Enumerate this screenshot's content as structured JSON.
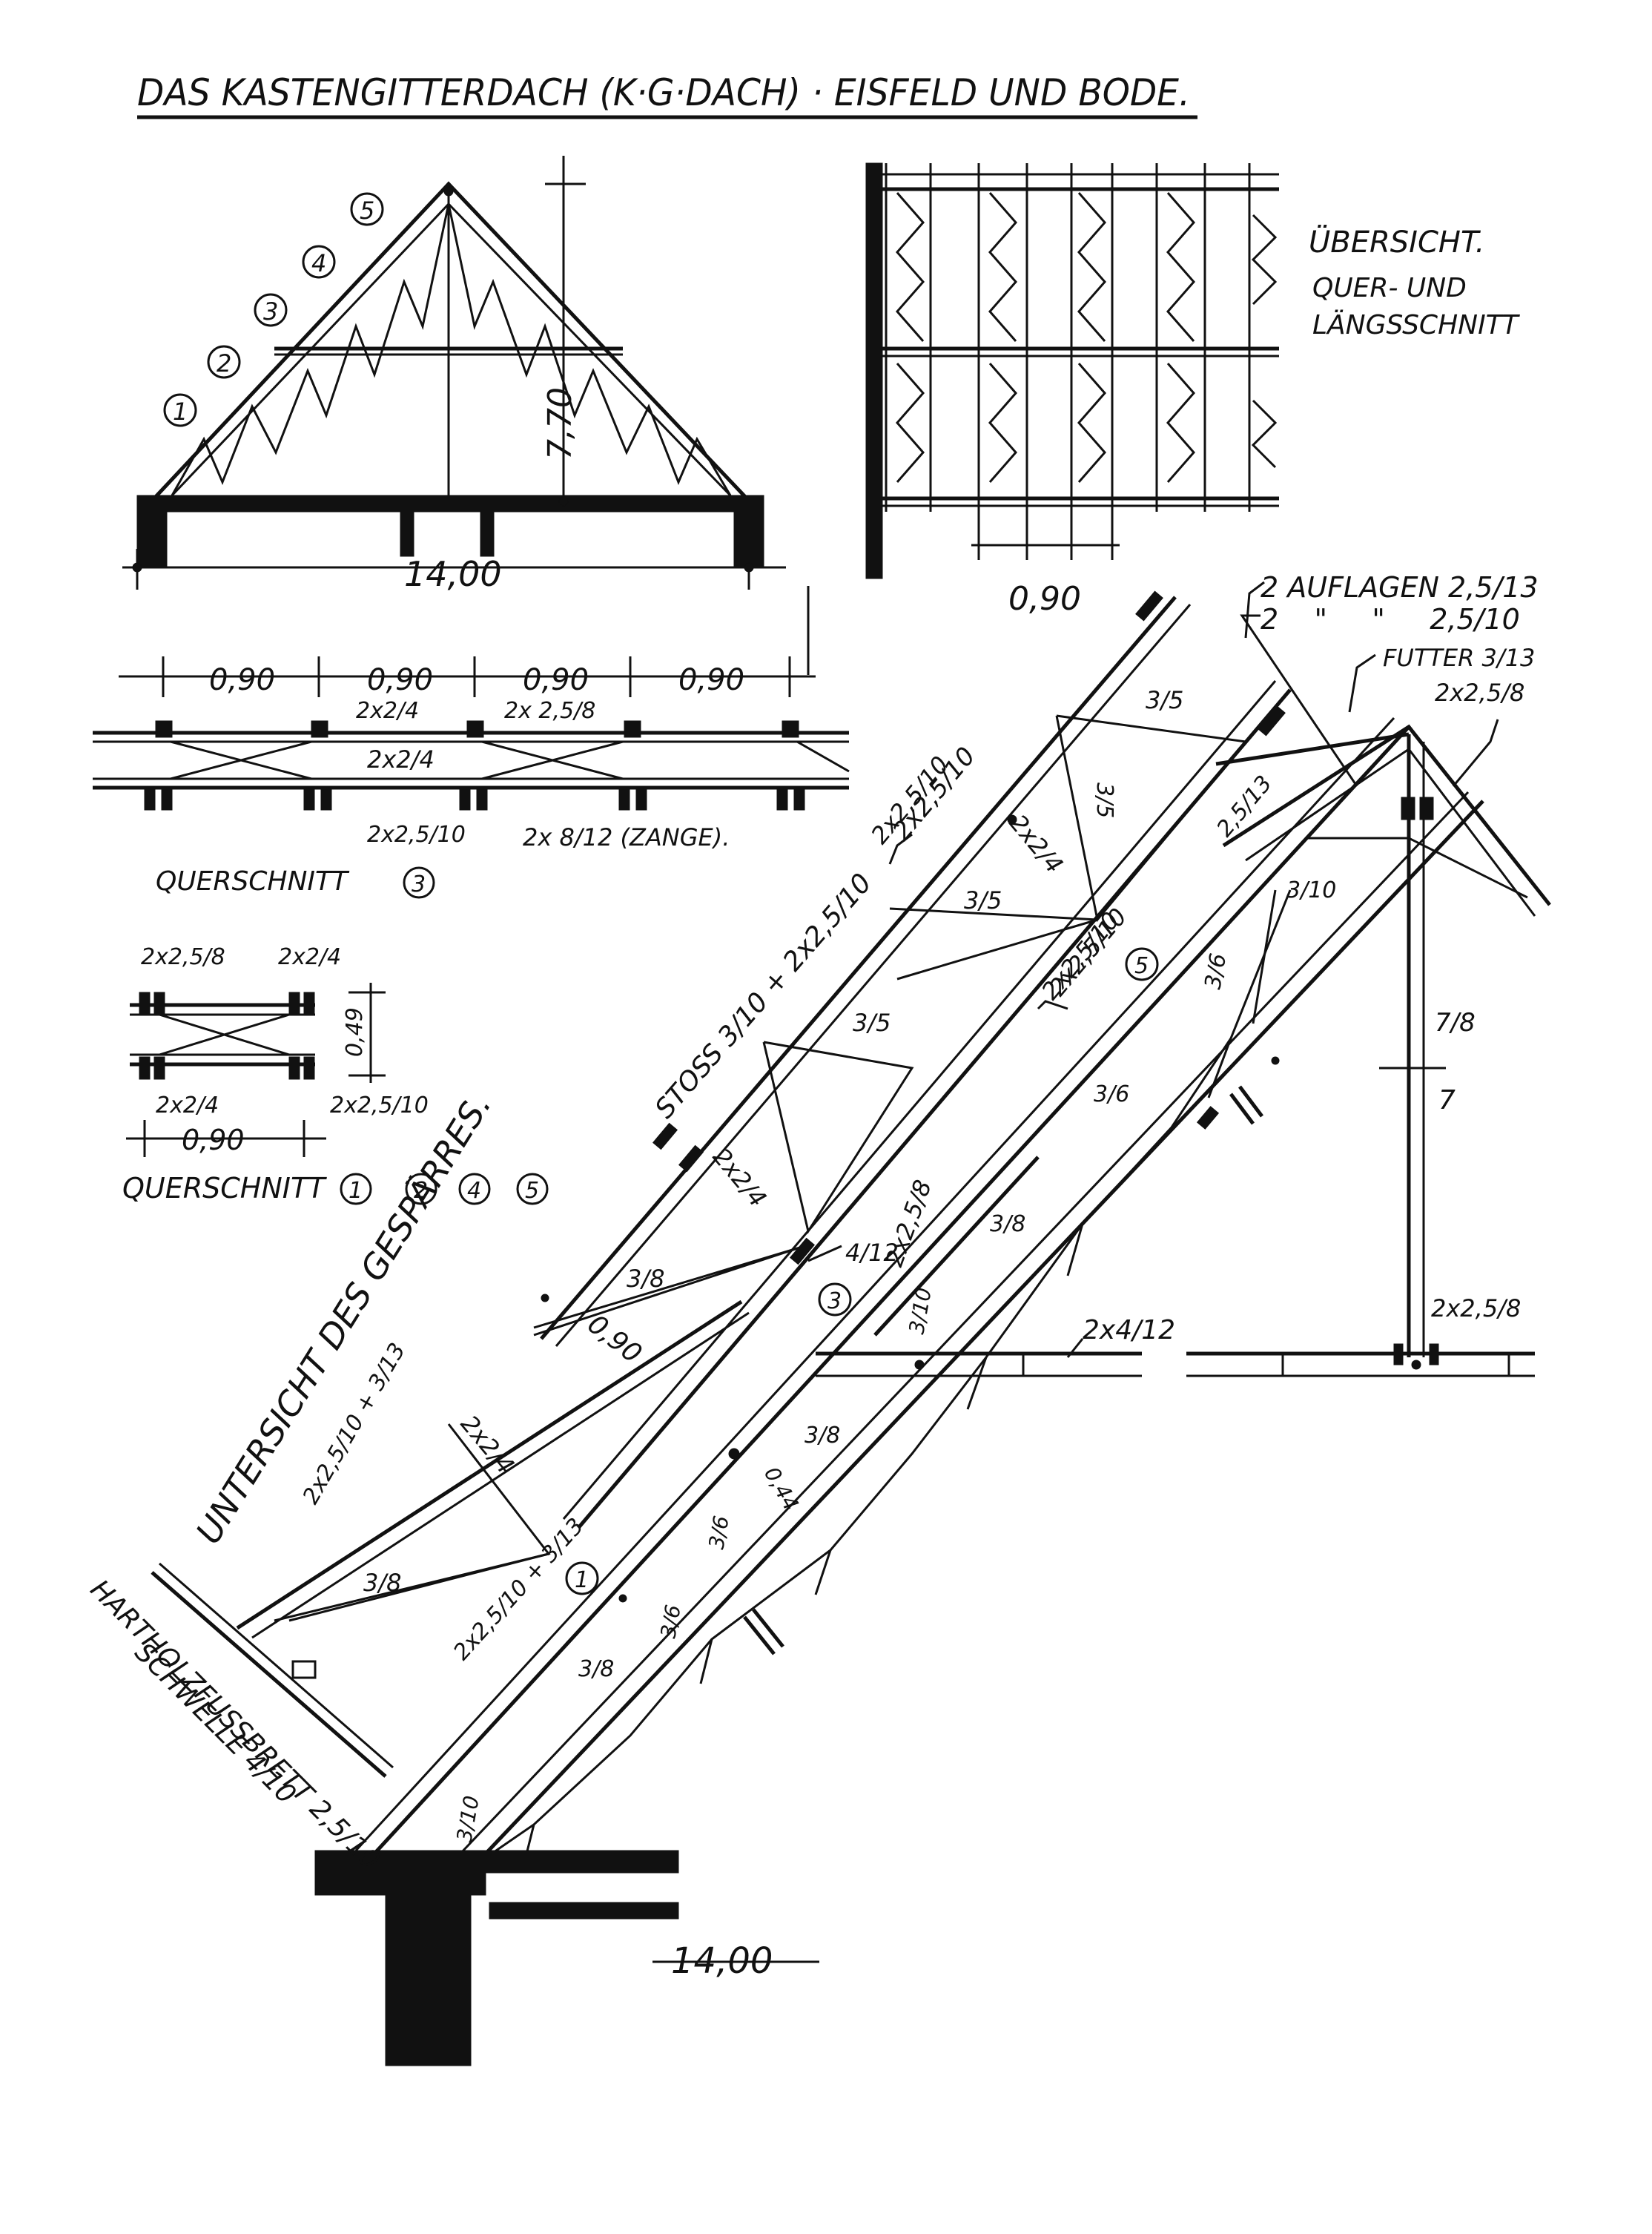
{
  "title": "DAS KASTENGITTERDACH (K·G·DACH) · EISFELD UND BODE.",
  "overview": {
    "label_line1": "ÜBERSICHT.",
    "label_line2": "QUER- UND",
    "label_line3": "LÄNGSSCHNITT",
    "span": "14,00",
    "height": "7,70",
    "spacing": "0,90",
    "field_numbers": [
      "1",
      "2",
      "3",
      "4",
      "5"
    ]
  },
  "section3": {
    "spacings": [
      "0,90",
      "0,90",
      "0,90",
      "0,90"
    ],
    "labels": {
      "top_left": "2x2/4",
      "top_right": "2x 2,5/8",
      "middle": "2x2/4",
      "bottom_left": "2x2,5/10",
      "bottom_right": "2x 8/12 (ZANGE)."
    },
    "caption": "QUERSCHNITT",
    "caption_num": "3"
  },
  "section1245": {
    "labels": {
      "top_left": "2x2,5/8",
      "top_right": "2x2/4",
      "height": "0,49",
      "bottom_left": "2x2/4",
      "bottom_right": "2x2,5/10",
      "width": "0,90"
    },
    "caption": "QUERSCHNITT",
    "caption_nums": [
      "1",
      "2",
      "4",
      "5"
    ]
  },
  "main": {
    "top_labels": [
      "2 AUFLAGEN 2,5/13",
      "2    \"     \"     2,5/10",
      "FUTTER 3/13",
      "2x2,5/8"
    ],
    "side_text": "UNTERSICHT DES GESPÄRRES.",
    "stoss": "STOSS 3/10 + 2x2,5/10",
    "footboard_line1": "HARTHOLZFUSSBRETT 2,5/10",
    "footboard_line2": "SCHWELLE 4/10",
    "span": "14,00",
    "labels": [
      "3/5",
      "3/5",
      "3/5",
      "3/5",
      "2x2,5/10",
      "2x2/4",
      "2x2/4",
      "2x2/4",
      "2,5/13",
      "2x2,5/10",
      "3/10",
      "3/6",
      "3/6",
      "3/8",
      "3/8",
      "3/8",
      "3/8",
      "3/8",
      "4/12",
      "2x2,5/8",
      "3/10",
      "2x4/12",
      "2x2,5/8",
      "7/8",
      "7",
      "0,90",
      "2x2,5/10 + 3/13",
      "2x2,5/10 + 3/13",
      "3/6",
      "0,44",
      "3/10",
      "3/6",
      "2x2,5/10",
      "2x2,5/10"
    ],
    "circle_nums": [
      "5",
      "3",
      "1"
    ]
  }
}
